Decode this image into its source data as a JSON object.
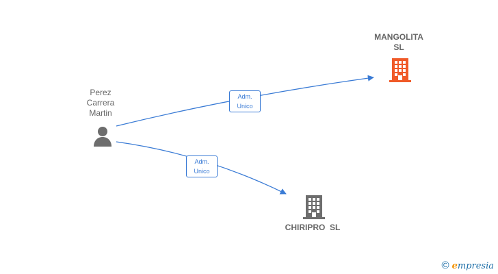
{
  "person": {
    "name": "Perez\nCarrera\nMartin"
  },
  "companies": [
    {
      "name": "MANGOLITA\nSL",
      "color": "#f05a28",
      "icon": "building-icon"
    },
    {
      "name": "CHIRIPRO  SL",
      "color": "#6d6d6d",
      "icon": "building-icon"
    }
  ],
  "relations": [
    {
      "label": "Adm.\nUnico"
    },
    {
      "label": "Adm.\nUnico"
    }
  ],
  "colors": {
    "edge": "#3a7bd5",
    "person": "#6d6d6d"
  },
  "footer": {
    "copyright_symbol": "©",
    "brand_first": "e",
    "brand_rest": "mpresia"
  }
}
